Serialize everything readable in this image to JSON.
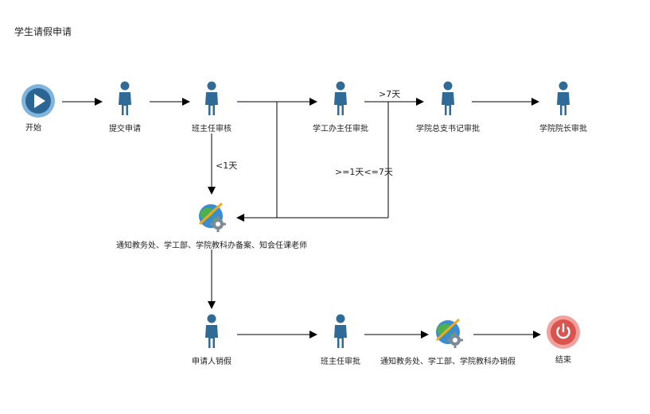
{
  "title": "学生请假申请",
  "nodes": {
    "start": "开始",
    "submit": "提交申请",
    "headteacher_review": "班主任审核",
    "office_director": "学工办主任审批",
    "party_secretary": "学院总支书记审批",
    "dean": "学院院长审批",
    "notify_record": "通知教务处、学工部、学院教科办备案、知会任课老师",
    "applicant_cancel": "申请人销假",
    "headteacher_approve": "班主任审批",
    "notify_cancel": "通知教务处、学工部、学院教科办销假",
    "end": "结束"
  },
  "edges": {
    "gt7": ">7天",
    "lt1": "<1天",
    "between": ">=1天<=7天"
  },
  "colors": {
    "person": "#2f6b96",
    "start": "#2b6593",
    "start_ring": "#7fb4dd",
    "end": "#d9534f",
    "end_ring": "#f2a29e",
    "arrow": "#000000"
  }
}
